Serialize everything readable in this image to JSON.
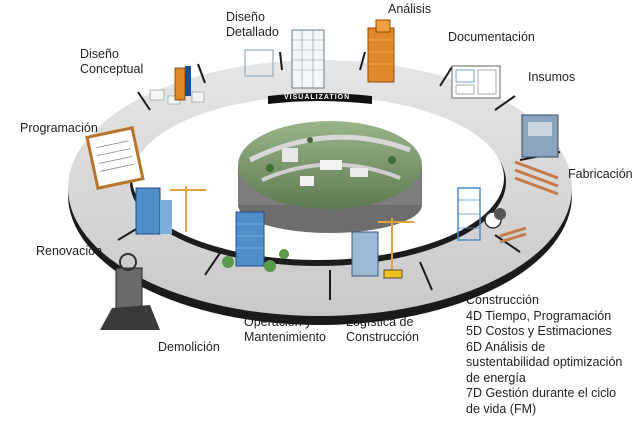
{
  "ring_label": "VISUALIZATION",
  "stages": {
    "diseno_detallado": [
      "Diseño",
      "Detallado"
    ],
    "analisis": [
      "Análisis"
    ],
    "documentacion": [
      "Documentación"
    ],
    "insumos": [
      "Insumos"
    ],
    "diseno_conceptual": [
      "Diseño",
      "Conceptual"
    ],
    "programacion": [
      "Programación"
    ],
    "fabricacion": [
      "Fabricación"
    ],
    "renovacion": [
      "Renovación"
    ],
    "demolicion": [
      "Demolición"
    ],
    "operacion": [
      "Operación y",
      "Mantenimiento"
    ],
    "logistica": [
      "Logística de",
      "Construcción"
    ],
    "construccion": [
      "Construcción",
      "4D Tiempo, Programación",
      "5D Costos y Estimaciones",
      "6D Análisis de",
      "sustentabilidad optimización",
      "de energía",
      "7D Gestión durante el ciclo",
      "de vida (FM)"
    ]
  },
  "colors": {
    "ring": "#d9d9d9",
    "ring_edge": "#1a1a1a",
    "building_blue": "#4f8fc9",
    "building_orange": "#e0892a",
    "crane": "#e3a13a",
    "green": "#5a9a4a",
    "steel": "#c47a4a"
  }
}
